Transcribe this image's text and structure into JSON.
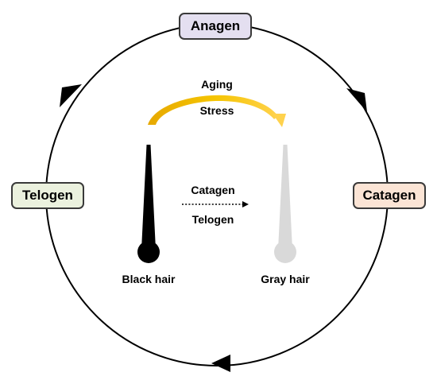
{
  "phases": {
    "anagen": "Anagen",
    "catagen": "Catagen",
    "telogen": "Telogen"
  },
  "arc_labels": {
    "line1": "Aging",
    "line2": "Stress"
  },
  "transition_labels": {
    "line1": "Catagen",
    "line2": "Telogen"
  },
  "hairs": {
    "left": "Black hair",
    "right": "Gray hair"
  },
  "colors": {
    "anagen_fill": "#e4dff0",
    "catagen_fill": "#fbe4d5",
    "telogen_fill": "#ebf1de",
    "arc_orange": "#f0b400",
    "black_hair": "#000000",
    "gray_hair": "#d9d9d9"
  }
}
